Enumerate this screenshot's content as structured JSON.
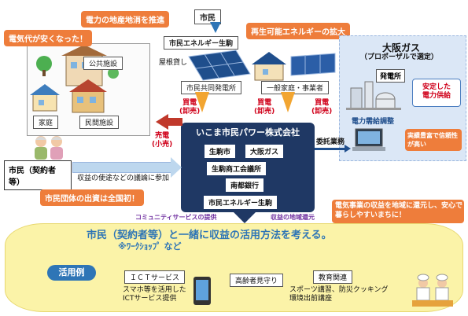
{
  "colors": {
    "accent_orange": "#ee7d3b",
    "company_blue": "#1f3864",
    "arrow_orange": "#f2a531",
    "arrow_red": "#c0392b",
    "panel_blue": "#dbe7f6",
    "bottom_yellow": "#fbf3a8"
  },
  "callouts": {
    "cheap": "電気代が安くなった！",
    "local": "電力の地産地消を推進",
    "renewable": "再生可能エネルギーの拡大",
    "first": "市民団体の出資は全国初！",
    "return_local": "電気事業の収益を地域に還元し、安心で暮らしやすいまちに！"
  },
  "facilities": {
    "public": "公共施設",
    "home": "家庭",
    "private": "民間施設"
  },
  "supply": {
    "citizen": "市民",
    "citizen_energy": "市民エネルギー生駒",
    "roof_rental": "屋根貸し",
    "shared_plant": "市民共同発電所",
    "households": "一般家庭・事業者",
    "buy1": "買電\n(卸売)",
    "buy2": "買電\n(卸売)",
    "buy3": "買電\n(卸売)",
    "sell": "売電\n(小売)"
  },
  "osaka_gas": {
    "name": "大阪ガス",
    "sub": "（プロポーザルで選定）",
    "plant": "発電所",
    "stable": "安定した\n電力供給",
    "track": "実績豊富で信頼性が高い",
    "balancing": "電力需給調整",
    "consign": "委託業務"
  },
  "company": {
    "name": "いこま市民パワー株式会社",
    "sponsors": [
      "生駒市",
      "大阪ガス",
      "生駒商工会議所",
      "南都銀行",
      "市民エネルギー生駒"
    ]
  },
  "citizens_contract": "市民（契約者等）",
  "discussion": "収益の使途などの議論に参加",
  "community_service": "コミュニティサービスの提供",
  "return_revenue": "収益の地域還元",
  "bottom": {
    "main": "市民（契約者等）と一緒に収益の活用方法を考える。",
    "workshop": "※ﾜｰｸｼｮｯﾌﾟ など",
    "examples_label": "活用例",
    "ict_title": "ＩＣＴサービス",
    "ict_text": "スマホ等を活用した\nICTサービス提供",
    "elderly_title": "高齢者見守り",
    "edu_title": "教育関連",
    "edu_text": "スポーツ講習、防災クッキング\n環境出前講座"
  }
}
